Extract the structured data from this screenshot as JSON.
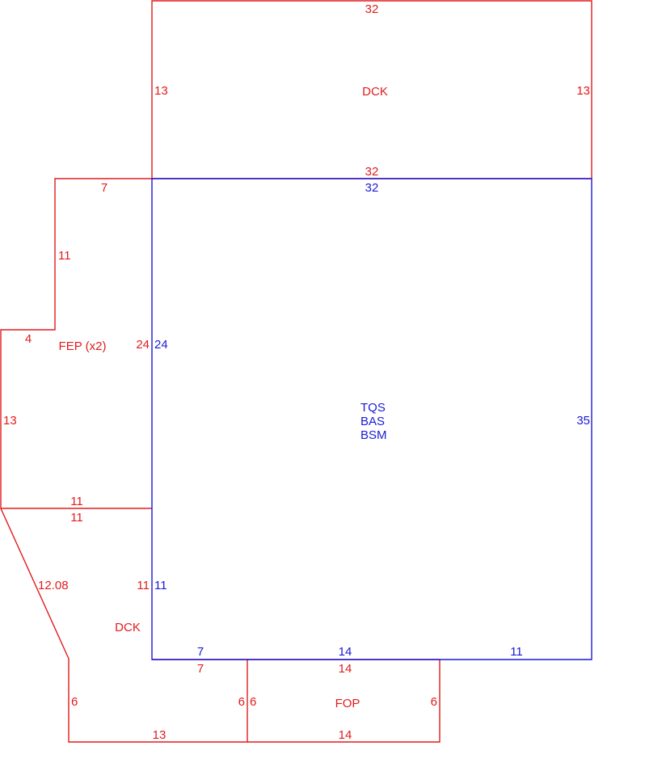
{
  "colors": {
    "red": "#e21b1b",
    "blue": "#1a1ad6"
  },
  "areas": {
    "deck_top": "DCK",
    "main_codes": [
      "TQS",
      "BAS",
      "BSM"
    ],
    "fep": "FEP (x2)",
    "deck_bottom": "DCK",
    "fop": "FOP"
  },
  "dims": {
    "deck_top_top": "32",
    "deck_top_left": "13",
    "deck_top_right": "13",
    "deck_top_bottom": "32",
    "main_top": "32",
    "main_left_upper": "24",
    "main_right": "35",
    "main_left_lower": "11",
    "main_bottom_a": "7",
    "main_bottom_b": "14",
    "main_bottom_c": "11",
    "fep_top": "7",
    "fep_upper_left": "11",
    "fep_step": "4",
    "fep_right": "24",
    "fep_lower_left": "13",
    "fep_bottom": "11",
    "deck_bottom_top": "11",
    "deck_bottom_diag": "12.08",
    "deck_bottom_right": "11",
    "deck_bottom_step": "7",
    "deck_bottom_left": "6",
    "deck_bottom_inner": "6",
    "deck_bottom_bottom": "13",
    "fop_top": "14",
    "fop_left": "6",
    "fop_right": "6",
    "fop_bottom": "14"
  }
}
